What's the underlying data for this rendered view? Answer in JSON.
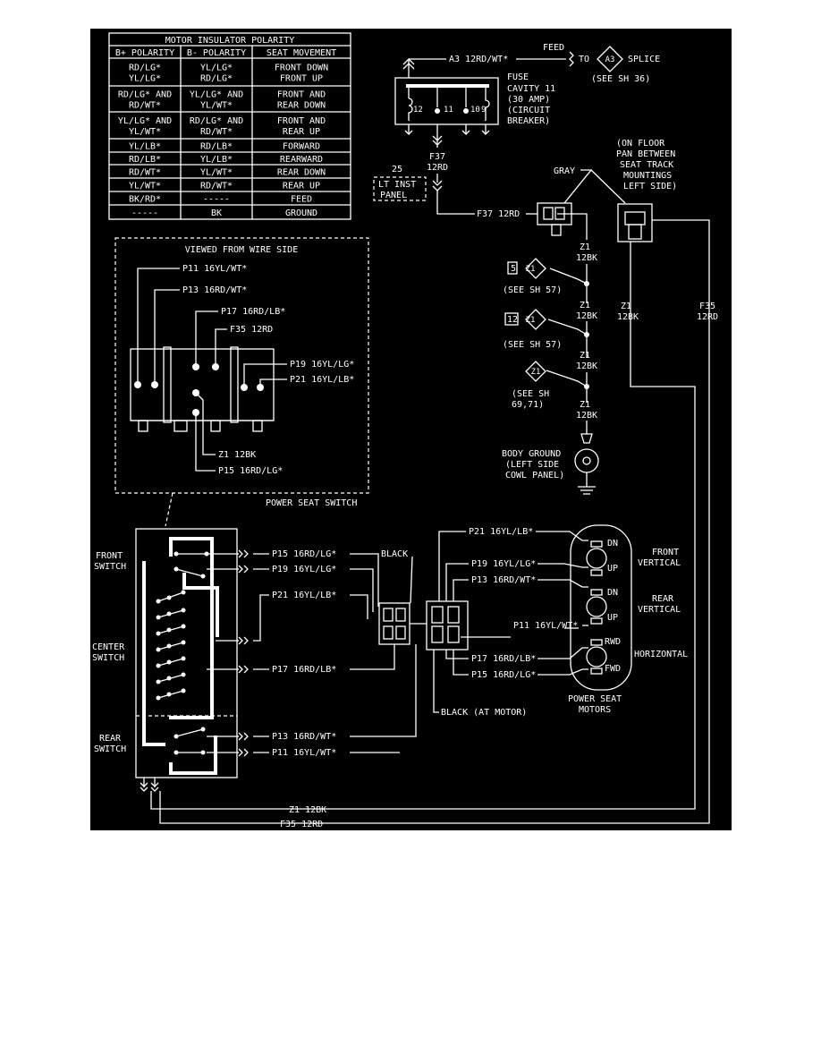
{
  "polarity_table": {
    "title": "MOTOR INSULATOR POLARITY",
    "headers": [
      "B+ POLARITY",
      "B- POLARITY",
      "SEAT MOVEMENT"
    ],
    "rows": [
      [
        "RD/LG*\nYL/LG*",
        "YL/LG*\nRD/LG*",
        "FRONT DOWN\nFRONT UP"
      ],
      [
        "RD/LG* AND\nRD/WT*",
        "YL/LG* AND\nYL/WT*",
        "FRONT AND\nREAR DOWN"
      ],
      [
        "YL/LG* AND\nYL/WT*",
        "RD/LG* AND\nRD/WT*",
        "FRONT AND\nREAR UP"
      ],
      [
        "YL/LB*",
        "RD/LB*",
        "FORWARD"
      ],
      [
        "RD/LB*",
        "YL/LB*",
        "REARWARD"
      ],
      [
        "RD/WT*",
        "YL/WT*",
        "REAR DOWN"
      ],
      [
        "YL/WT*",
        "RD/WT*",
        "REAR UP"
      ],
      [
        "BK/RD*",
        "-----",
        "FEED"
      ],
      [
        "-----",
        "BK",
        "GROUND"
      ]
    ]
  },
  "feed": {
    "wire_a3": "A3 12RD/WT*",
    "feed_label": "FEED",
    "to_label": "TO",
    "splice_code": "A3",
    "splice_label": "SPLICE",
    "see_sh36": "(SEE SH 36)"
  },
  "fuse": {
    "lines": [
      "FUSE",
      "CAVITY 11",
      "(30 AMP)",
      "(CIRCUIT",
      "BREAKER)"
    ],
    "terminals": [
      "12",
      "11",
      "10",
      "9"
    ]
  },
  "inst_panel": {
    "num": "25",
    "label_lines": [
      "LT INST",
      "PANEL"
    ],
    "wire_f37_top": [
      "F37",
      "12RD"
    ],
    "wire_f37": "F37 12RD"
  },
  "connectors": {
    "gray": "GRAY",
    "floor_note": [
      "(ON FLOOR",
      "PAN BETWEEN",
      "SEAT TRACK",
      "MOUNTINGS",
      "LEFT SIDE)"
    ],
    "f35_right": [
      "F35",
      "12RD"
    ],
    "z1_right": [
      "Z1",
      "12BK"
    ]
  },
  "grounds": {
    "z1": "Z1",
    "z1_12bk": "12BK",
    "splice5": "5",
    "splice12": "12",
    "see_sh57": "(SEE SH 57)",
    "see_sh6971": [
      "(SEE SH",
      "69,71)"
    ],
    "body_ground": [
      "BODY GROUND",
      "(LEFT SIDE",
      "COWL PANEL)"
    ]
  },
  "switch_view": {
    "title": "VIEWED FROM WIRE SIDE",
    "pins": [
      "P11 16YL/WT*",
      "P13 16RD/WT*",
      "P17 16RD/LB*",
      "F35 12RD",
      "P19 16YL/LG*",
      "P21 16YL/LB*",
      "Z1 12BK",
      "P15 16RD/LG*"
    ],
    "caption": "POWER SEAT SWITCH"
  },
  "switch_schematic": {
    "front": [
      "FRONT",
      "SWITCH"
    ],
    "center": [
      "CENTER",
      "SWITCH"
    ],
    "rear": [
      "REAR",
      "SWITCH"
    ],
    "wires": [
      "P15 16RD/LG*",
      "P19 16YL/LG*",
      "P21 16YL/LB*",
      "P17 16RD/LB*",
      "P13 16RD/WT*",
      "P11 16YL/WT*"
    ],
    "black": "BLACK",
    "black_motor": "BLACK (AT MOTOR)",
    "bottom_z1": "Z1 12BK",
    "bottom_f35": "F35 12RD"
  },
  "motors": {
    "wires": [
      "P21 16YL/LB*",
      "P19 16YL/LG*",
      "P13 16RD/WT*",
      "P11 16YL/WT*",
      "P17 16RD/LB*",
      "P15 16RD/LG*"
    ],
    "labels": [
      "DN",
      "UP",
      "DN",
      "UP",
      "RWD",
      "FWD"
    ],
    "front_vertical": [
      "FRONT",
      "VERTICAL"
    ],
    "rear_vertical": [
      "REAR",
      "VERTICAL"
    ],
    "horizontal": "HORIZONTAL",
    "caption": [
      "POWER SEAT",
      "MOTORS"
    ]
  }
}
